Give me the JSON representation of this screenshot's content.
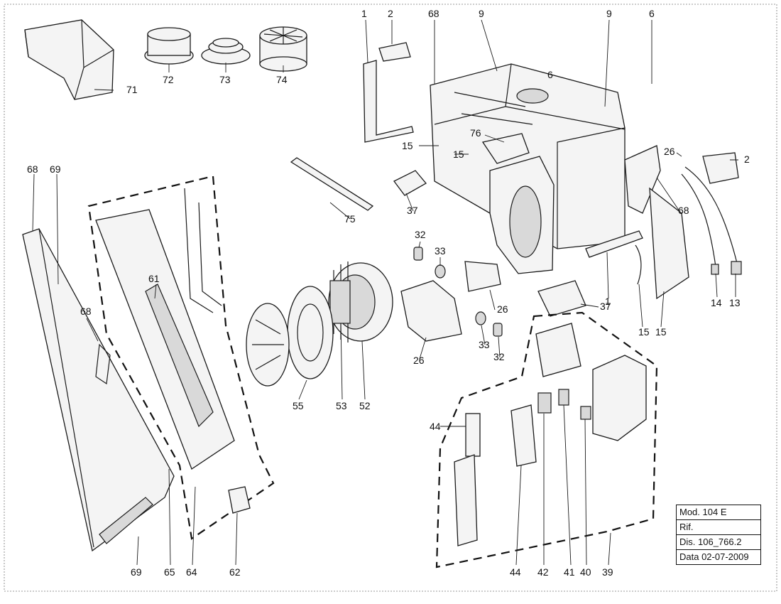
{
  "title_block": {
    "model": "Mod. 104 E",
    "ref": "Rif.",
    "drawing": "Dis. 106_766.2",
    "date": "Data 02-07-2009"
  },
  "callouts": [
    "1",
    "2",
    "68",
    "9",
    "9",
    "6",
    "6",
    "71",
    "72",
    "73",
    "74",
    "76",
    "15",
    "15",
    "26",
    "2",
    "68",
    "69",
    "61",
    "75",
    "37",
    "32",
    "33",
    "26",
    "26",
    "33",
    "32",
    "37",
    "1",
    "15",
    "15",
    "14",
    "13",
    "55",
    "53",
    "52",
    "68",
    "44",
    "44",
    "42",
    "41",
    "40",
    "39",
    "69",
    "65",
    "64",
    "62"
  ]
}
